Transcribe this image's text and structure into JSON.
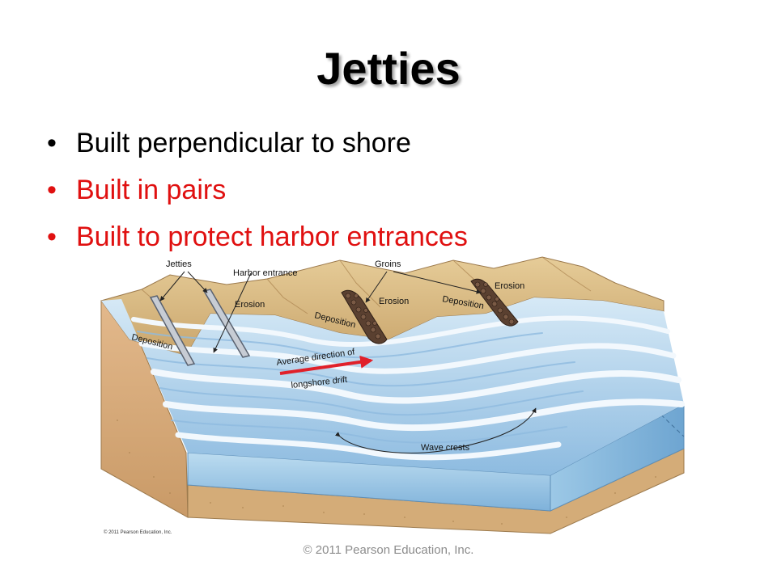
{
  "slide": {
    "title": "Jetties",
    "bullets": [
      {
        "text": "Built perpendicular to shore",
        "color": "#000000"
      },
      {
        "text": "Built in pairs",
        "color": "#e01010"
      },
      {
        "text": "Built to protect harbor entrances",
        "color": "#e01010"
      }
    ],
    "footer": "© 2011 Pearson Education, Inc."
  },
  "figure": {
    "labels": {
      "jetties": "Jetties",
      "harbor_entrance": "Harbor entrance",
      "groins": "Groins",
      "erosion_left": "Erosion",
      "erosion_middle": "Erosion",
      "erosion_right": "Erosion",
      "deposition_left": "Deposition",
      "deposition_middle": "Deposition",
      "deposition_right": "Deposition",
      "drift_line1": "Average direction of",
      "drift_line2": "longshore drift",
      "wave_crests": "Wave crests",
      "copyright": "© 2011 Pearson Education, Inc."
    },
    "colors": {
      "sand": "#d9bf8a",
      "water": "#a9cde8",
      "foam": "#eef6fc",
      "drift_arrow": "#e0202a"
    }
  }
}
